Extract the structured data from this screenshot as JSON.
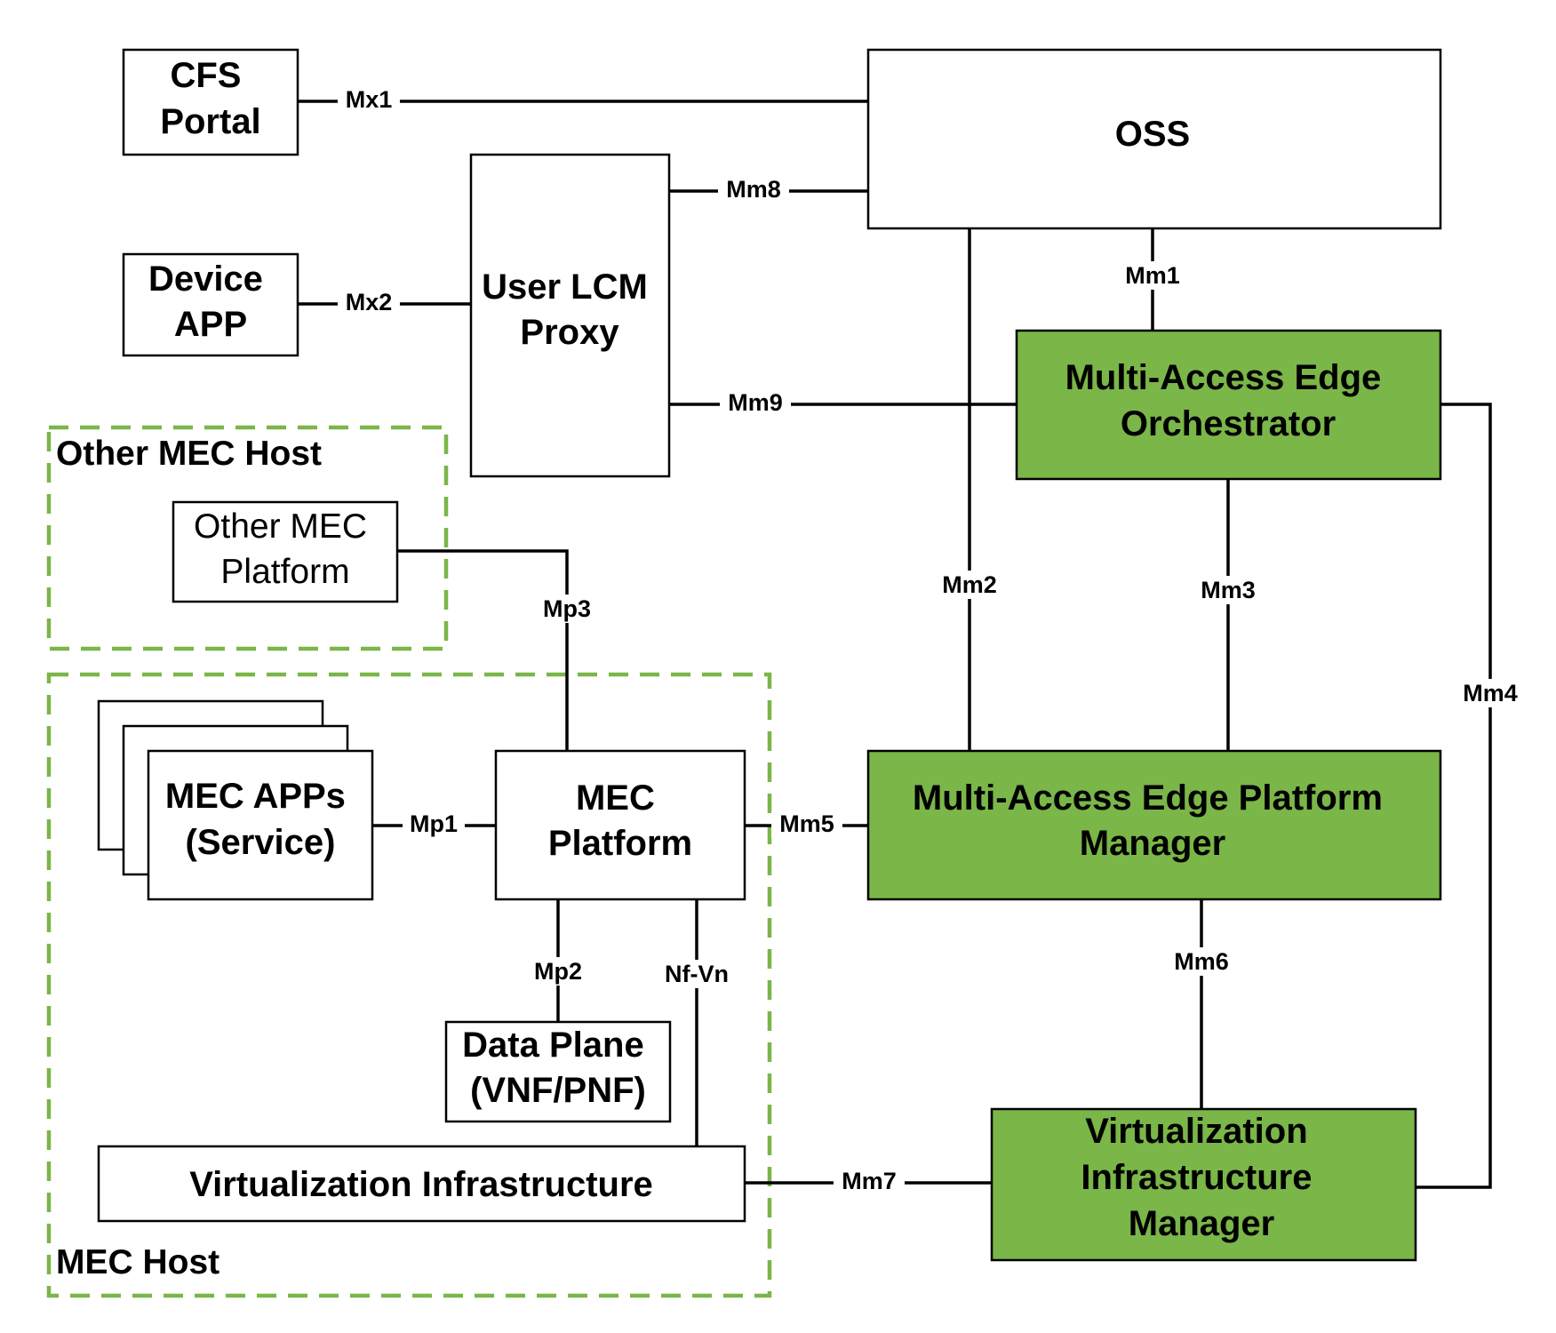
{
  "colors": {
    "accent_green": "#7ab648",
    "dashed_border": "#7ab648",
    "stroke": "#000000",
    "background": "#ffffff"
  },
  "groups": {
    "other_mec_host": "Other MEC Host",
    "mec_host": "MEC Host"
  },
  "nodes": {
    "cfs_portal": [
      "CFS",
      "Portal"
    ],
    "device_app": [
      "Device",
      "APP"
    ],
    "user_lcm_proxy": [
      "User LCM",
      "Proxy"
    ],
    "oss": [
      "OSS"
    ],
    "meo": [
      "Multi-Access Edge",
      "Orchestrator"
    ],
    "mepm": [
      "Multi-Access Edge Platform",
      "Manager"
    ],
    "vim": [
      "Virtualization",
      "Infrastructure",
      "Manager"
    ],
    "other_mec_platform": [
      "Other MEC",
      "Platform"
    ],
    "mec_apps": [
      "MEC APPs",
      "(Service)"
    ],
    "mec_platform": [
      "MEC",
      "Platform"
    ],
    "data_plane": [
      "Data Plane",
      "(VNF/PNF)"
    ],
    "virt_infra": [
      "Virtualization Infrastructure"
    ]
  },
  "links": {
    "mx1": "Mx1",
    "mx2": "Mx2",
    "mm1": "Mm1",
    "mm2": "Mm2",
    "mm3": "Mm3",
    "mm4": "Mm4",
    "mm5": "Mm5",
    "mm6": "Mm6",
    "mm7": "Mm7",
    "mm8": "Mm8",
    "mm9": "Mm9",
    "mp1": "Mp1",
    "mp2": "Mp2",
    "mp3": "Mp3",
    "nf_vn": "Nf-Vn"
  }
}
